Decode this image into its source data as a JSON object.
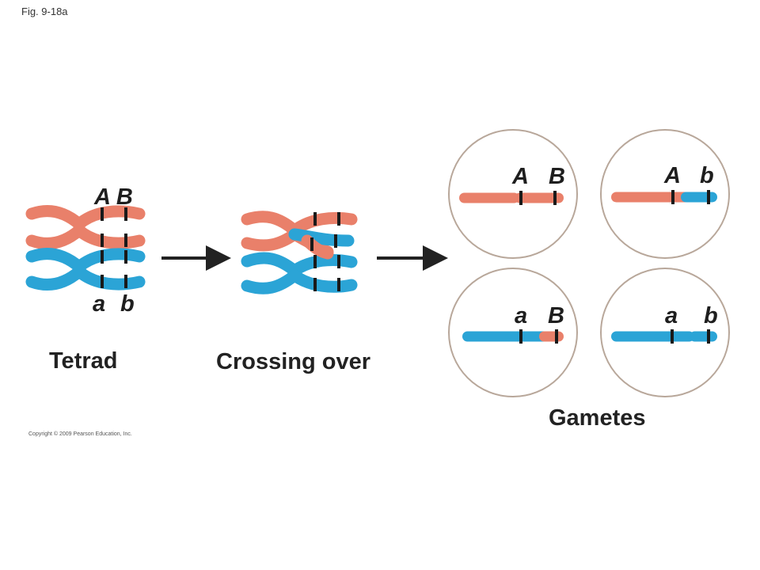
{
  "figure_label": "Fig. 9-18a",
  "copyright": "Copyright © 2009 Pearson Education, Inc.",
  "colors": {
    "maternal": "#e9806a",
    "paternal": "#2ba4d6",
    "band": "#1a1a1a",
    "arrow": "#222222",
    "gamete_circle": "#b8a79a"
  },
  "tetrad": {
    "caption": "Tetrad",
    "top_alleles": "A B",
    "bottom_alleles": {
      "a": "a",
      "b": "b"
    }
  },
  "crossing_over": {
    "caption": "Crossing over"
  },
  "gametes": {
    "caption": "Gametes",
    "cells": [
      {
        "allele_1": "A",
        "allele_2": "B",
        "left_color": "maternal",
        "right_color": "maternal"
      },
      {
        "allele_1": "A",
        "allele_2": "b",
        "left_color": "maternal",
        "right_color": "paternal"
      },
      {
        "allele_1": "a",
        "allele_2": "B",
        "left_color": "paternal",
        "right_color": "maternal"
      },
      {
        "allele_1": "a",
        "allele_2": "b",
        "left_color": "paternal",
        "right_color": "paternal"
      }
    ]
  }
}
